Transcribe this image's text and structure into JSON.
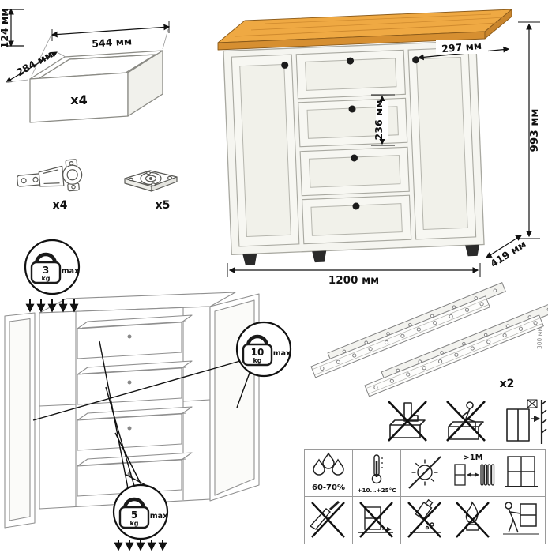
{
  "drawer_box": {
    "count_label": "x4",
    "height_label": "124 мм",
    "width_label": "544 мм",
    "depth_label": "284 мм"
  },
  "hinge": {
    "count_label": "x4"
  },
  "foot": {
    "count_label": "x5"
  },
  "commode": {
    "door_width_label": "297 мм",
    "drawer_height_label": "236 мм",
    "height_label": "993 мм",
    "width_label": "1200 мм",
    "depth_label": "419 мм",
    "colors": {
      "top_wood": "#efa943",
      "top_wood_edge": "#d68f31",
      "body": "#f5f5f0",
      "outline": "#a8a8a0",
      "knob": "#1b1b1b"
    }
  },
  "load_limits": {
    "top": {
      "value": "3",
      "unit": "kg",
      "suffix": "max"
    },
    "doors": {
      "value": "10",
      "unit": "kg",
      "suffix": "max"
    },
    "drawers": {
      "value": "5",
      "unit": "kg",
      "suffix": "max"
    }
  },
  "slides": {
    "count_label": "x2",
    "length_label": "300 мм"
  },
  "care": {
    "humidity_label": "60-70%",
    "temperature_label": "+10...+25°C",
    "distance_label": ">1M"
  }
}
